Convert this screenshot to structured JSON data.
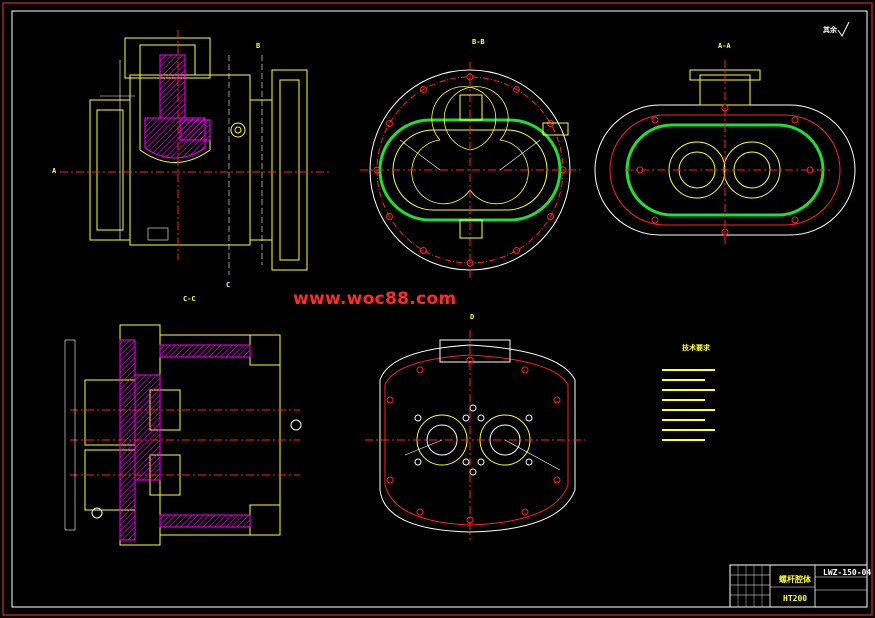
{
  "watermark": "www.woc88.com",
  "colors": {
    "background": "#000000",
    "outline": "#ffff33",
    "center_line": "#ff2222",
    "hatch": "#ff00ff",
    "seal": "#22dd33",
    "dimension": "#ffffff",
    "frame": "#ff3333"
  },
  "views": {
    "side_section_label": "A",
    "cut_a_label": "B",
    "cut_b_label": "C",
    "top_center_label": "B-B",
    "top_right_label": "A-A",
    "bottom_left_label": "C-C",
    "bottom_center_label": "D",
    "roughness_note": "其余"
  },
  "notes": {
    "title": "技术要求"
  },
  "title_block": {
    "drawing_number": "LWZ-150-04",
    "part_name": "螺杆腔体",
    "material": "HT200"
  }
}
